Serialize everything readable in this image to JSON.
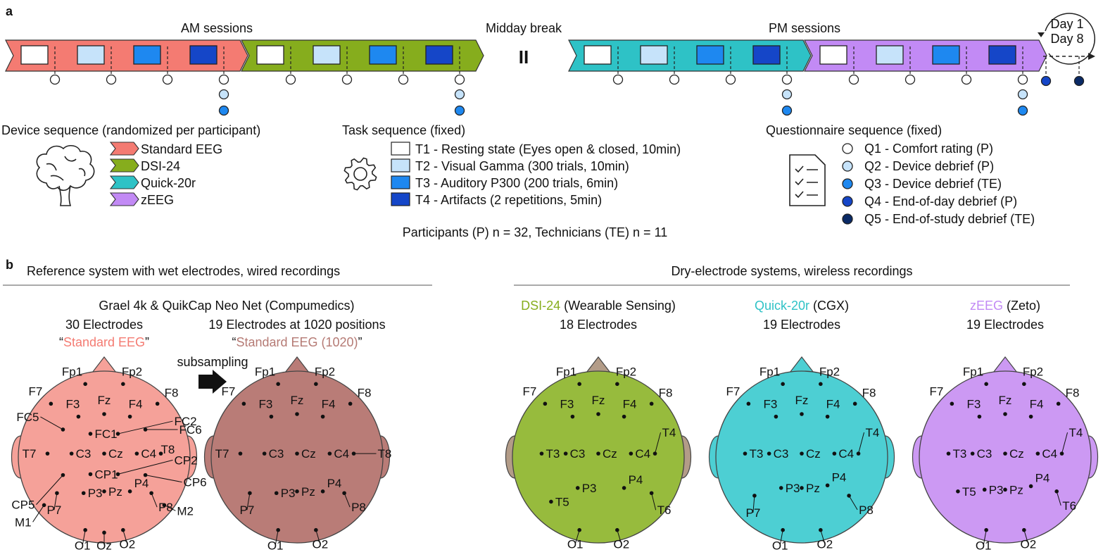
{
  "panel_a": {
    "label": "a",
    "am_title": "AM sessions",
    "break_title": "Midday break",
    "break_symbol": "II",
    "pm_title": "PM sessions",
    "day_first": "Day 1",
    "day_last": "Day 8",
    "device_title": "Device sequence (randomized per participant)",
    "devices": [
      {
        "label": "Standard EEG",
        "color": "#f47b72"
      },
      {
        "label": "DSI-24",
        "color": "#86ad1d"
      },
      {
        "label": "Quick-20r",
        "color": "#2ec2c6"
      },
      {
        "label": "zEEG",
        "color": "#c28af5"
      }
    ],
    "task_title": "Task sequence (fixed)",
    "tasks": [
      {
        "label": "T1 - Resting state (Eyes open & closed, 10min)",
        "color": "#ffffff"
      },
      {
        "label": "T2 - Visual Gamma (300 trials, 10min)",
        "color": "#c6e3fa"
      },
      {
        "label": "T3 - Auditory P300 (200 trials, 6min)",
        "color": "#1e88f0"
      },
      {
        "label": "T4 - Artifacts (2 repetitions, 5min)",
        "color": "#1546c8"
      }
    ],
    "questionnaire_title": "Questionnaire sequence (fixed)",
    "questionnaires": [
      {
        "label": "Q1 - Comfort rating (P)",
        "color": "#ffffff"
      },
      {
        "label": "Q2 - Device debrief (P)",
        "color": "#c6e3fa"
      },
      {
        "label": "Q3 - Device debrief (TE)",
        "color": "#1e88f0"
      },
      {
        "label": "Q4 - End-of-day debrief (P)",
        "color": "#1546c8"
      },
      {
        "label": "Q5 - End-of-study debrief (TE)",
        "color": "#0a2a66"
      }
    ],
    "participants_text": "Participants (P) n = 32, Technicians (TE) n = 11"
  },
  "panel_b": {
    "label": "b",
    "wet_title": "Reference system with wet electrodes, wired recordings",
    "dry_title": "Dry-electrode systems, wireless recordings",
    "grael_line": "Grael 4k & QuikCap Neo Net (Compumedics)",
    "subsampling": "subsampling",
    "heads": [
      {
        "id": "std30",
        "name_line1": "",
        "name_line1_suffix": "",
        "electrodes_line": "30 Electrodes",
        "quote_open": "“",
        "quote_name": "Standard EEG",
        "quote_close": "”",
        "name_color": "#f47b72",
        "fill": "#f5a199",
        "ear_fill": "#f5a199",
        "electrodes": [
          "Fp1",
          "Fp2",
          "F7",
          "F3",
          "Fz",
          "F4",
          "F8",
          "FC5",
          "FC1",
          "FC2",
          "FC6",
          "T7",
          "C3",
          "Cz",
          "C4",
          "T8",
          "CP5",
          "CP1",
          "CP2",
          "CP6",
          "P7",
          "P3",
          "Pz",
          "P4",
          "P8",
          "M1",
          "M2",
          "O1",
          "Oz",
          "O2"
        ]
      },
      {
        "id": "std1020",
        "name_line1": "",
        "name_line1_suffix": "",
        "electrodes_line": "19 Electrodes at 1020 positions",
        "quote_open": "“",
        "quote_name": "Standard EEG (1020)",
        "quote_close": "”",
        "name_color": "#b57a74",
        "fill": "#b97c77",
        "ear_fill": "#b97c77",
        "electrodes": [
          "Fp1",
          "Fp2",
          "F7",
          "F3",
          "Fz",
          "F4",
          "F8",
          "T7",
          "C3",
          "Cz",
          "C4",
          "T8",
          "P7",
          "P3",
          "Pz",
          "P4",
          "P8",
          "O1",
          "O2"
        ]
      },
      {
        "id": "dsi24",
        "name_line1": "DSI-24",
        "name_line1_suffix": " (Wearable Sensing)",
        "electrodes_line": "18 Electrodes",
        "quote_open": "",
        "quote_name": "",
        "quote_close": "",
        "name_color": "#86ad1d",
        "fill": "#97bb3d",
        "ear_fill": "#b39c88",
        "electrodes": [
          "Fp1",
          "Fp2",
          "F7",
          "F3",
          "Fz",
          "F4",
          "F8",
          "T3",
          "C3",
          "Cz",
          "C4",
          "T4",
          "T5",
          "P3",
          "P4",
          "T6",
          "O1",
          "O2"
        ]
      },
      {
        "id": "quick20r",
        "name_line1": "Quick-20r",
        "name_line1_suffix": " (CGX)",
        "electrodes_line": "19 Electrodes",
        "quote_open": "",
        "quote_name": "",
        "quote_close": "",
        "name_color": "#2ec2c6",
        "fill": "#4dcfd3",
        "ear_fill": "#4dcfd3",
        "electrodes": [
          "Fp1",
          "Fp2",
          "F7",
          "F3",
          "Fz",
          "F4",
          "F8",
          "T3",
          "C3",
          "Cz",
          "C4",
          "T4",
          "P7",
          "P3",
          "Pz",
          "P4",
          "P8",
          "O1",
          "O2"
        ]
      },
      {
        "id": "zeeg",
        "name_line1": "zEEG",
        "name_line1_suffix": " (Zeto)",
        "electrodes_line": "19 Electrodes",
        "quote_open": "",
        "quote_name": "",
        "quote_close": "",
        "name_color": "#c28af5",
        "fill": "#cc99f3",
        "ear_fill": "#cc99f3",
        "electrodes": [
          "Fp1",
          "Fp2",
          "F7",
          "F3",
          "Fz",
          "F4",
          "F8",
          "T3",
          "C3",
          "Cz",
          "C4",
          "T4",
          "T5",
          "P3",
          "Pz",
          "P4",
          "T6",
          "O1",
          "O2"
        ]
      }
    ]
  }
}
